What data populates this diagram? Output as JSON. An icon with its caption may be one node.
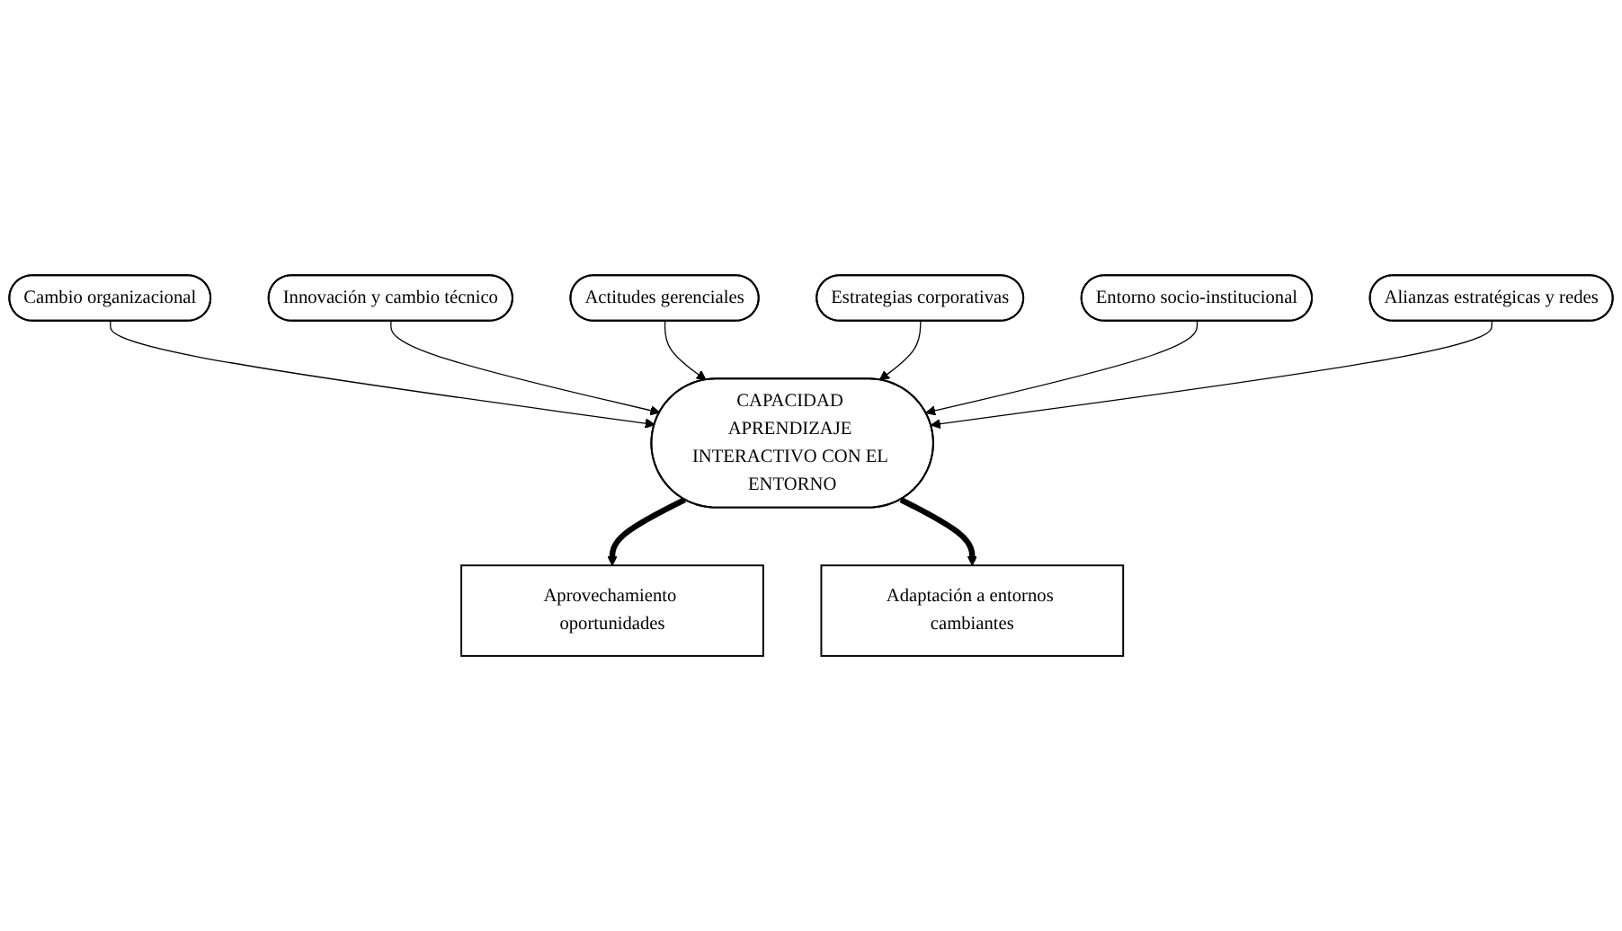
{
  "diagram": {
    "nodes": [
      {
        "text": [
          "Aprovechamiento oportunidades"
        ]
      },
      {
        "text": [
          "Cambio organizacional"
        ]
      },
      {
        "text": [
          "Innovación y cambio técnico"
        ]
      },
      {
        "text": [
          "CAPACIDAD APRENDIZAJE INTERACTIVO CON EL ENTORNO"
        ]
      },
      {
        "text": [
          "Actitudes gerenciales"
        ]
      },
      {
        "text": [
          "Estrategias corporativas"
        ]
      },
      {
        "text": [
          "Entorno socio-institucional"
        ]
      },
      {
        "text": [
          "Alianzas estratégicas y redes"
        ]
      },
      {
        "text": [
          "Adaptación a entornos cambiantes"
        ]
      }
    ],
    "edges": [
      {
        "from": 1,
        "to": 3,
        "arrow": "to"
      },
      {
        "from": 2,
        "to": 3,
        "arrow": "to"
      },
      {
        "from": 4,
        "to": 3,
        "arrow": "to"
      },
      {
        "from": 5,
        "to": 3,
        "arrow": "to"
      },
      {
        "from": 6,
        "to": 3,
        "arrow": "to"
      },
      {
        "from": 7,
        "to": 3,
        "arrow": "to"
      },
      {
        "from": 3,
        "to": 0,
        "arrow": "to",
        "style": "thick"
      },
      {
        "from": 3,
        "to": 8,
        "arrow": "to",
        "style": "thick"
      }
    ]
  }
}
